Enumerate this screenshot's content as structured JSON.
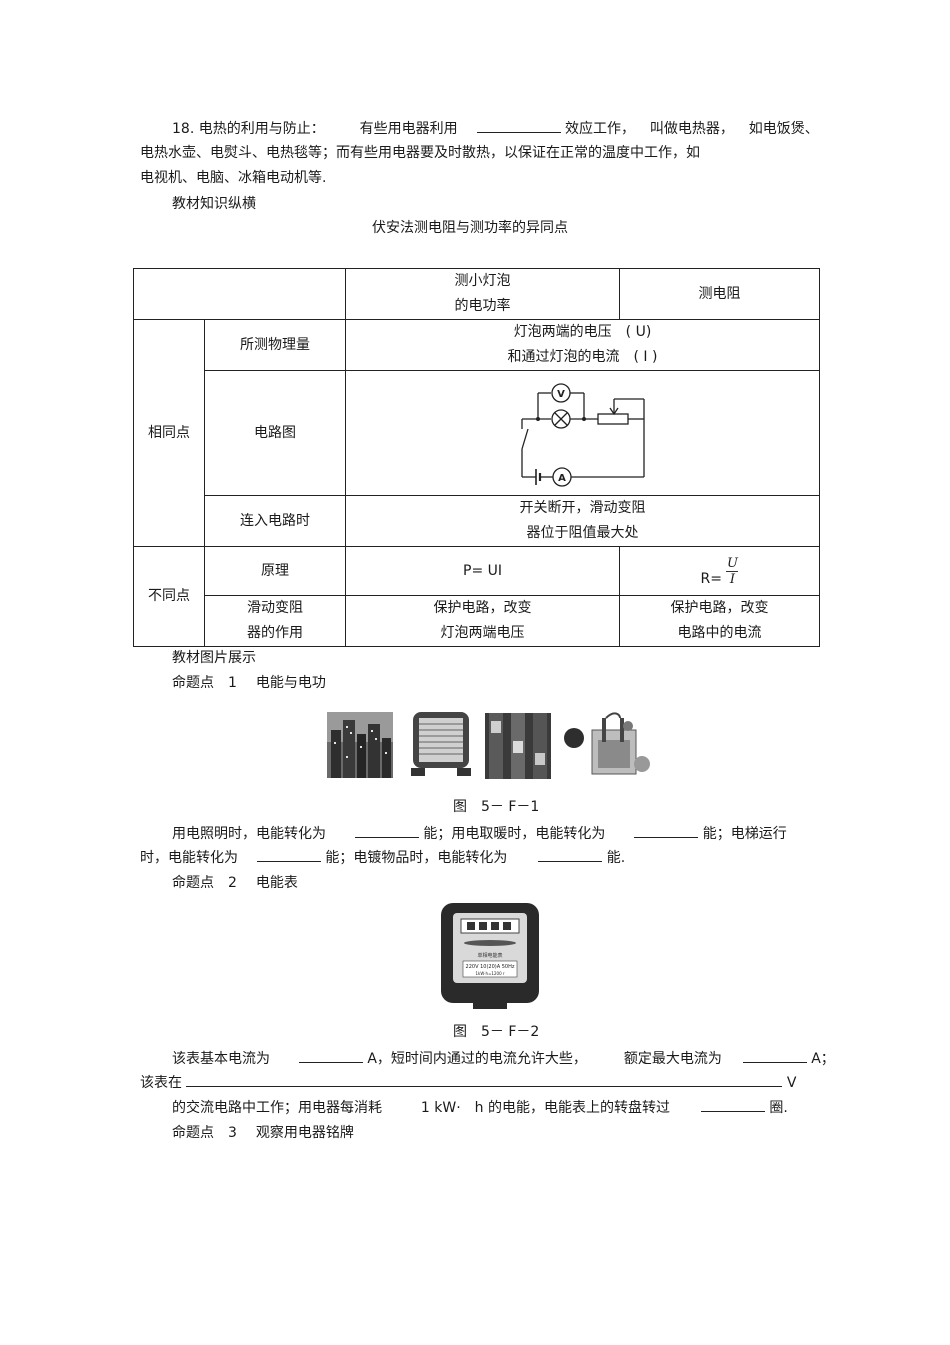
{
  "q18": {
    "num": "18.",
    "p1": "电热的利用与防止：",
    "p2": "有些用电器利用",
    "p3": "效应工作，",
    "p4": "叫做电热器，",
    "p5": "如电饭煲、",
    "l2": "电热水壶、电熨斗、电热毯等；而有些用电器要及时散热，以保证在正常的温度中工作，如",
    "l3": "电视机、电脑、冰箱电动机等."
  },
  "section_heading": "教材知识纵横",
  "table_title": "伏安法测电阻与测功率的异同点",
  "table": {
    "head_col1_l1": "测小灯泡",
    "head_col1_l2": "的电功率",
    "head_col2": "测电阻",
    "same": "相同点",
    "different": "不同点",
    "r_quantity": "所测物理量",
    "v_quantity_l1": "灯泡两端的电压　( U)",
    "v_quantity_l2": "和通过灯泡的电流　( I )",
    "r_diagram": "电路图",
    "r_connect": "连入电路时",
    "v_connect_l1": "开关断开，滑动变阻",
    "v_connect_l2": "器位于阻值最大处",
    "r_principle": "原理",
    "v_principle_power": "P= UI",
    "v_principle_res_prefix": "R=",
    "frac_num": "U",
    "frac_den": "I",
    "r_rheostat_l1": "滑动变阻",
    "r_rheostat_l2": "器的作用",
    "v_rheo_power_l1": "保护电路，改变",
    "v_rheo_power_l2": "灯泡两端电压",
    "v_rheo_res_l1": "保护电路，改变",
    "v_rheo_res_l2": "电路中的电流",
    "meter_v": "V",
    "meter_a": "A"
  },
  "pictures_heading": "教材图片展示",
  "point1": {
    "label": "命题点　1",
    "title": "电能与电功"
  },
  "fig1_caption": "图　5－ F－1",
  "p1_text": {
    "a": "用电照明时，电能转化为",
    "b": "能；用电取暖时，电能转化为",
    "c": "能；电梯运行",
    "d": "时，电能转化为",
    "e": "能；电镀物品时，电能转化为",
    "f": "能."
  },
  "point2": {
    "label": "命题点　2",
    "title": "电能表"
  },
  "meter_pic": {
    "name_plate": "单相电能表",
    "rating": "220V 10(20)A 50Hz",
    "rev": "1kW·h=1200 r"
  },
  "fig2_caption": "图　5－ F－2",
  "p2_text": {
    "a": "该表基本电流为",
    "b": "A，短时间内通过的电流允许大些，",
    "c": "额定最大电流为",
    "d": "A；",
    "e": "该表在",
    "f": "V",
    "g": "的交流电路中工作；用电器每消耗",
    "h": "1 kW·　h 的电能，电能表上的转盘转过",
    "i": "圈."
  },
  "point3": {
    "label": "命题点　3",
    "title": "观察用电器铭牌"
  }
}
